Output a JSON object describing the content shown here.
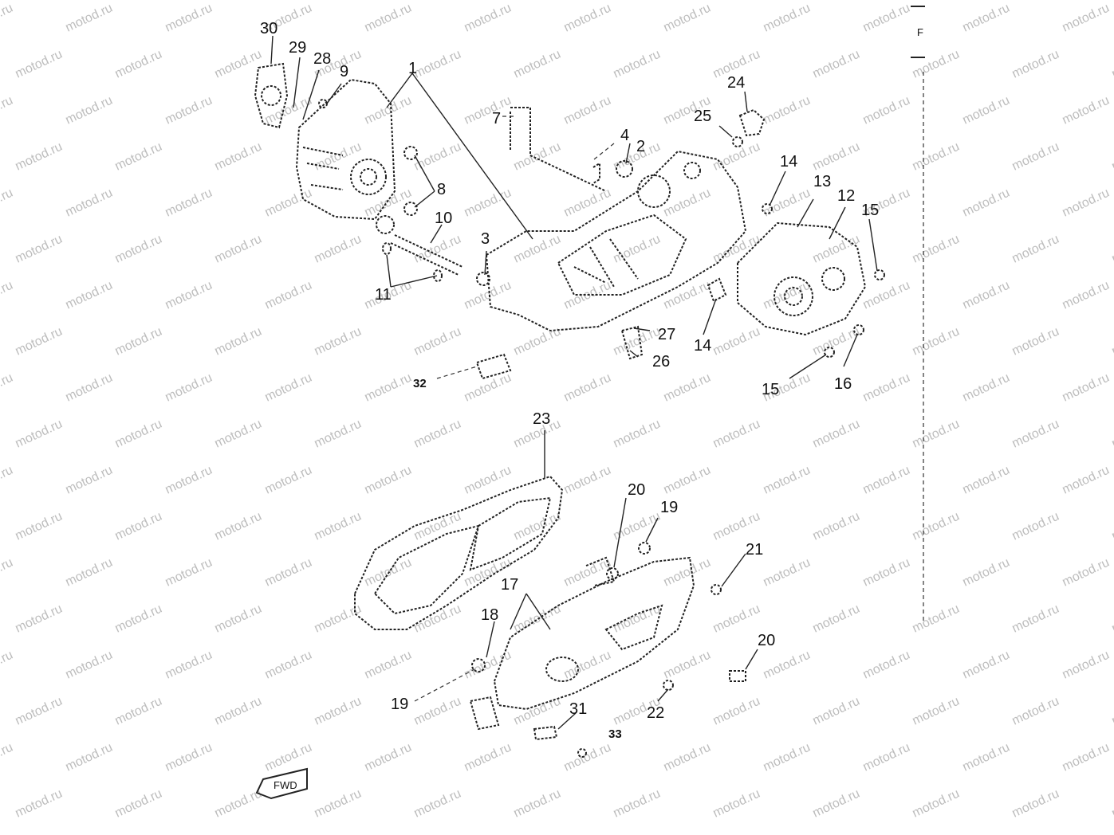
{
  "watermark": "motod.ru",
  "corner_mark": "F",
  "direction_mark": "FWD",
  "callouts": [
    "1",
    "2",
    "3",
    "4",
    "7",
    "8",
    "9",
    "10",
    "11",
    "12",
    "13",
    "14",
    "14",
    "15",
    "15",
    "16",
    "17",
    "18",
    "19",
    "19",
    "20",
    "20",
    "21",
    "22",
    "23",
    "24",
    "25",
    "26",
    "27",
    "28",
    "29",
    "30",
    "31",
    "32",
    "33"
  ]
}
